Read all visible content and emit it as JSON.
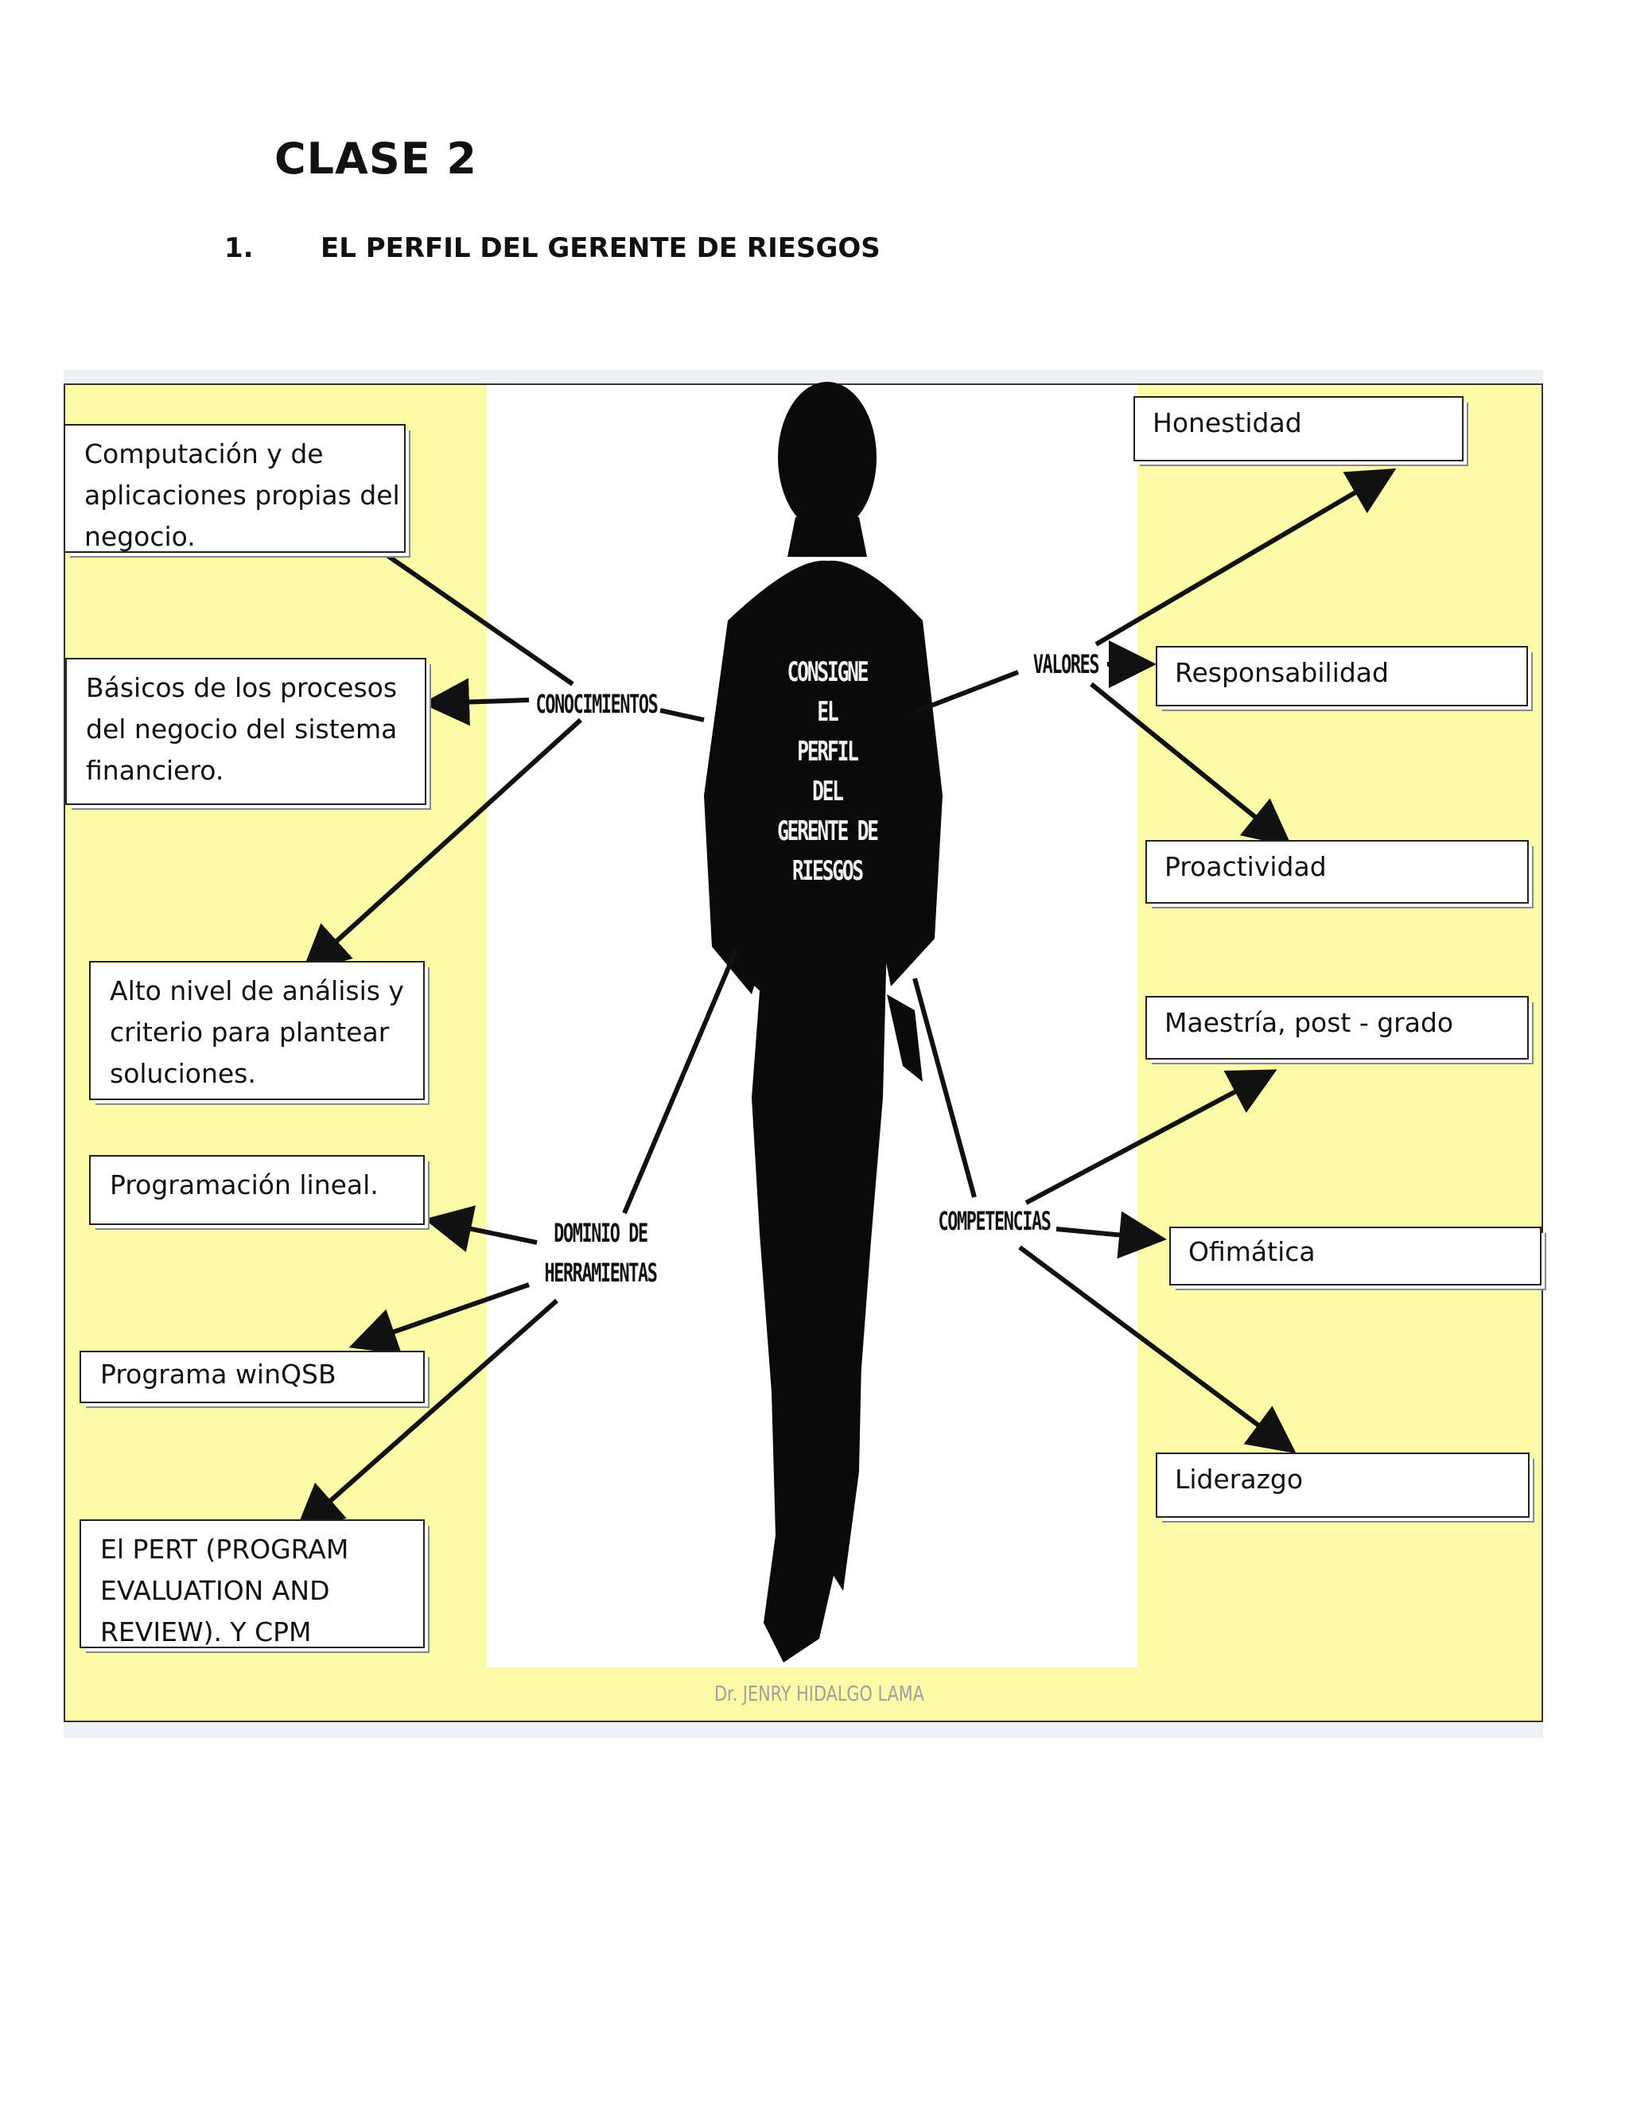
{
  "header": {
    "title": "CLASE 2",
    "section_number": "1.",
    "section_title": "EL PERFIL DEL GERENTE DE RIESGOS"
  },
  "diagram": {
    "center_label": "CONSIGNE EL\nPERFIL\nDEL\nGERENTE DE\nRIESGOS",
    "branches": {
      "conocimientos": "CONOCIMIENTOS",
      "valores": "VALORES",
      "dominio": "DOMINIO DE\nHERRAMIENTAS",
      "competencias": "COMPETENCIAS"
    },
    "boxes": {
      "computacion": "Computación y de aplicaciones propias del negocio.",
      "basicos": "Básicos de los procesos del negocio del sistema financiero.",
      "alto_nivel": "Alto nivel de análisis y criterio para plantear soluciones.",
      "programacion": "Programación lineal.",
      "winqsb": "Programa winQSB",
      "pert": "El PERT (PROGRAM EVALUATION AND REVIEW). Y CPM (CRITICA",
      "honestidad": "Honestidad",
      "responsabilidad": "Responsabilidad",
      "proactividad": "Proactividad",
      "maestria": "Maestría, post - grado",
      "ofimatica": "Ofimática",
      "liderazgo": "Liderazgo"
    },
    "credit": "Dr. JENRY HIDALGO LAMA",
    "colors": {
      "panel": "#fdfaa8",
      "silhouette": "#0a0a0a",
      "arrow": "#111111"
    }
  }
}
